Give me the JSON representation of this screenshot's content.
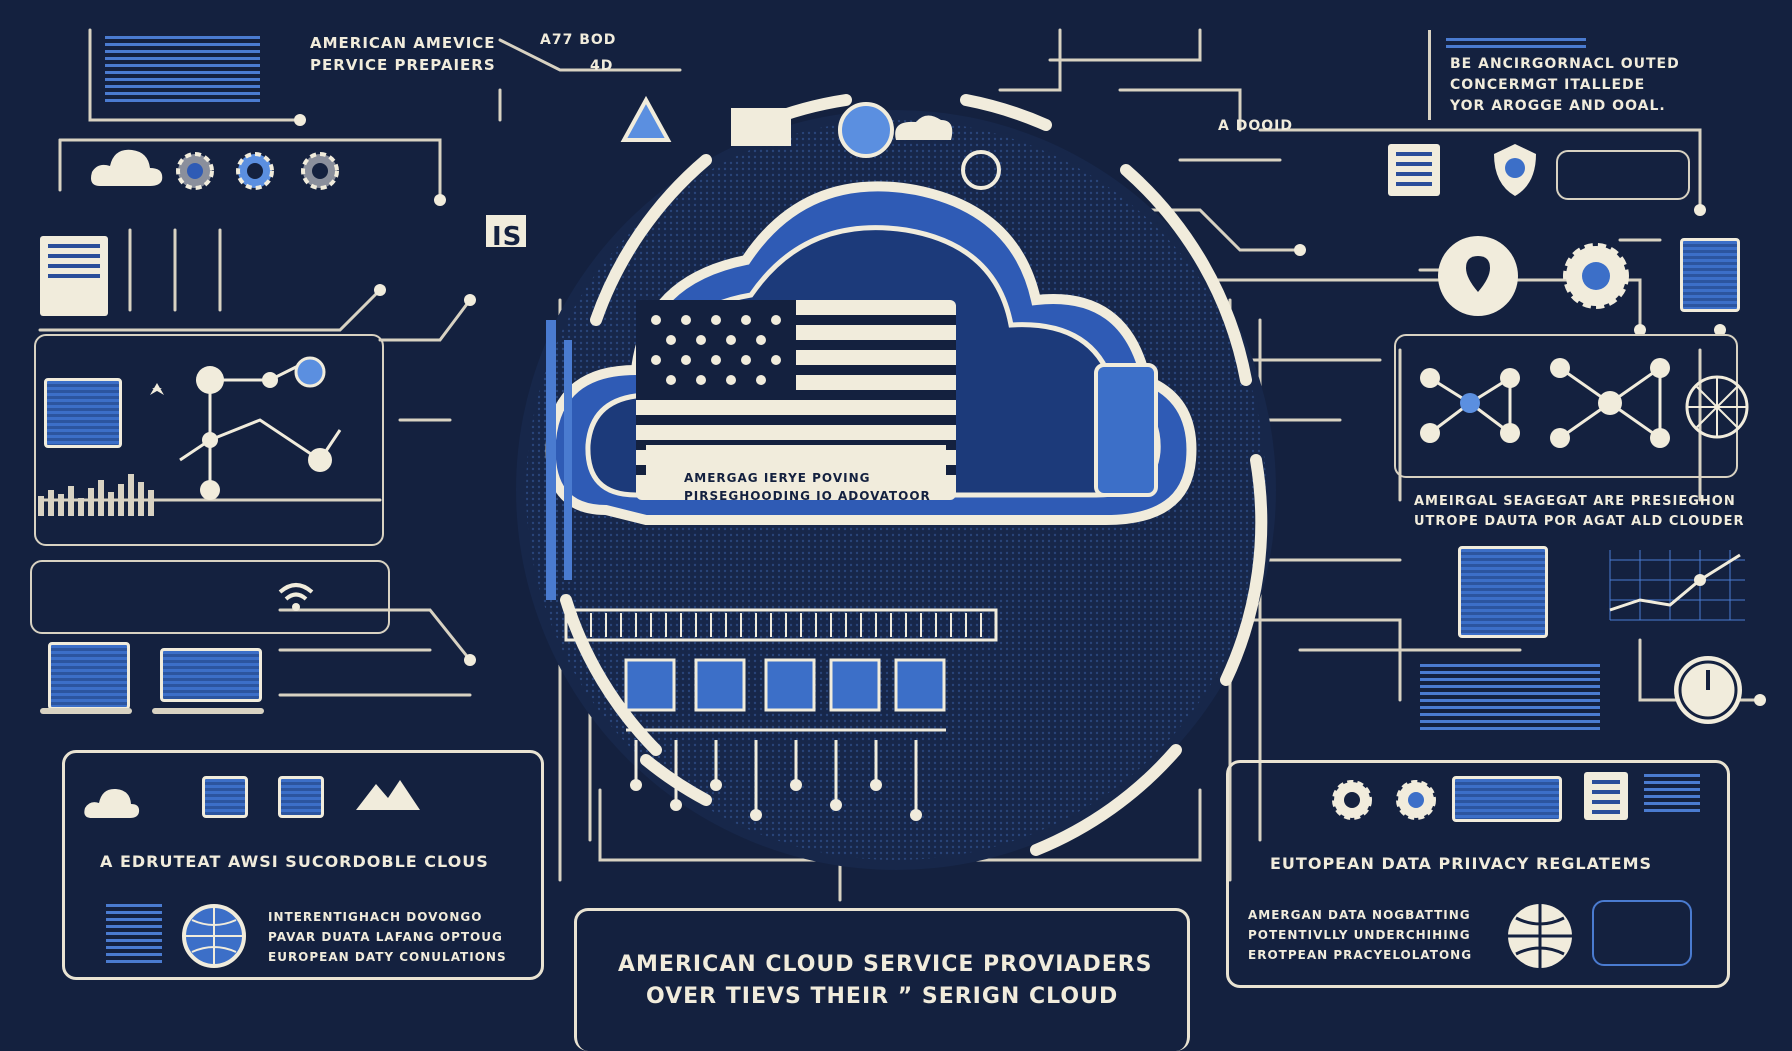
{
  "top_left_title": [
    "AMERICAN AMEVICE",
    "PERVICE PREPAIERS"
  ],
  "top_code": "A77 BOD",
  "top_code_sub": "4D",
  "top_right_notice": [
    "BE ANCIRGORNACL OUTED",
    "CONCERMGT ITALLEDE",
    "YOR AROGGE AND OOAL."
  ],
  "right_small_label": "A DOOID",
  "center_box_label": "IS",
  "cloud_caption": [
    "AMERGAG IERYE POVING",
    "PIRSEGHOODING IO ADOVATOOR"
  ],
  "right_mid_caption": [
    "AMEIRGAL SEAGEGAT ARE PRESIEGHON",
    "UTROPE DAUTA POR AGAT ALD CLOUDER"
  ],
  "left_box_title": "A EDRUTEAT AWSI SUCORDOBLE CLOUS",
  "left_box_text": [
    "INTERENTIGHACH DOVONGO",
    "PAVAR DUATA LAFANG OPTOUG",
    "EUROPEAN DATY CONULATIONS"
  ],
  "bottom_center_title": [
    "AMERICAN CLOUD SERVICE PROVIADERS",
    "OVER TIEVS THEIR ” SERIGN CLOUD"
  ],
  "right_box_title": "EUTOPEAN DATA PRIIVACY REGLATEMS",
  "right_box_text": [
    "AMERGAN DATA NOGBATTING",
    "POTENTIVLLY UNDERCHIHING",
    "EROTPEAN PRACYELOLATONG"
  ],
  "colors": {
    "background": "#14213f",
    "accent": "#4a7bd0",
    "line": "#f1ecdc",
    "cloud": "#2f5bb5"
  },
  "icons": [
    "cloud-icon",
    "gear-icon",
    "flag-icon",
    "document-icon",
    "laptop-icon",
    "phone-icon",
    "globe-icon",
    "clock-icon",
    "target-icon",
    "network-icon",
    "chart-icon",
    "wifi-icon",
    "warning-icon"
  ]
}
